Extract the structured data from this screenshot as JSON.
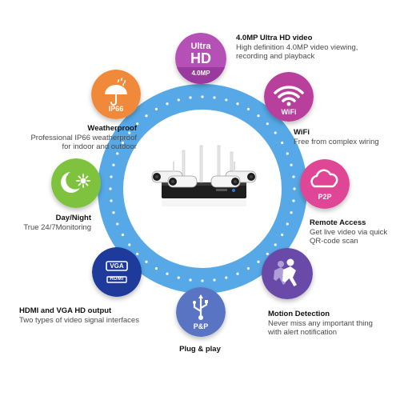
{
  "colors": {
    "ring_blue": "#56a9e6",
    "ring_dots": "#ffffff",
    "ultra_hd": "#b450b6",
    "wifi": "#b8409c",
    "p2p": "#e04696",
    "motion": "#6a4aa8",
    "plug_play": "#5a74c4",
    "hdmi_vga": "#1e3a9a",
    "day_night": "#7ec23e",
    "weatherproof": "#f08a3a"
  },
  "badges": {
    "ultra_hd": {
      "line1": "Ultra",
      "line2": "HD",
      "line3": "4.0MP",
      "icon": "ultra-hd-icon"
    },
    "wifi": {
      "label": "WiFi",
      "icon": "wifi-icon"
    },
    "p2p": {
      "label": "P2P",
      "icon": "cloud-icon"
    },
    "motion": {
      "icon": "running-person-icon"
    },
    "plug_play": {
      "label": "P&P",
      "icon": "usb-icon"
    },
    "hdmi_vga": {
      "line1": "VGA",
      "line2": "HDMI",
      "icon": "hdmi-vga-icon"
    },
    "day_night": {
      "icon": "moon-sun-icon"
    },
    "weatherproof": {
      "label": "IP66",
      "icon": "umbrella-rain-icon"
    }
  },
  "features": {
    "ultra_hd": {
      "title": "4.0MP Ultra HD video",
      "desc": [
        "High definition 4.0MP video viewing,",
        "recording and playback"
      ]
    },
    "wifi": {
      "title": "WiFi",
      "desc": [
        "Free from complex wiring"
      ]
    },
    "remote": {
      "title": "Remote Access",
      "desc": [
        "Get live video via quick",
        "QR-code scan"
      ]
    },
    "motion": {
      "title": "Motion Detection",
      "desc": [
        "Never miss any important thing",
        "with alert notification"
      ]
    },
    "plug_play": {
      "title": "Plug & play"
    },
    "hdmi_vga": {
      "title": "HDMI and VGA HD output",
      "desc": [
        "Two types of video signal interfaces"
      ]
    },
    "day_night": {
      "title": "Day/Night",
      "desc": [
        "True 24/7Monitoring"
      ]
    },
    "weatherproof": {
      "title": "Weatherproof",
      "desc": [
        "Professional IP66 weatherproof",
        "for indoor and outdoor"
      ]
    }
  },
  "product": {
    "icon": "security-camera-kit-image"
  }
}
